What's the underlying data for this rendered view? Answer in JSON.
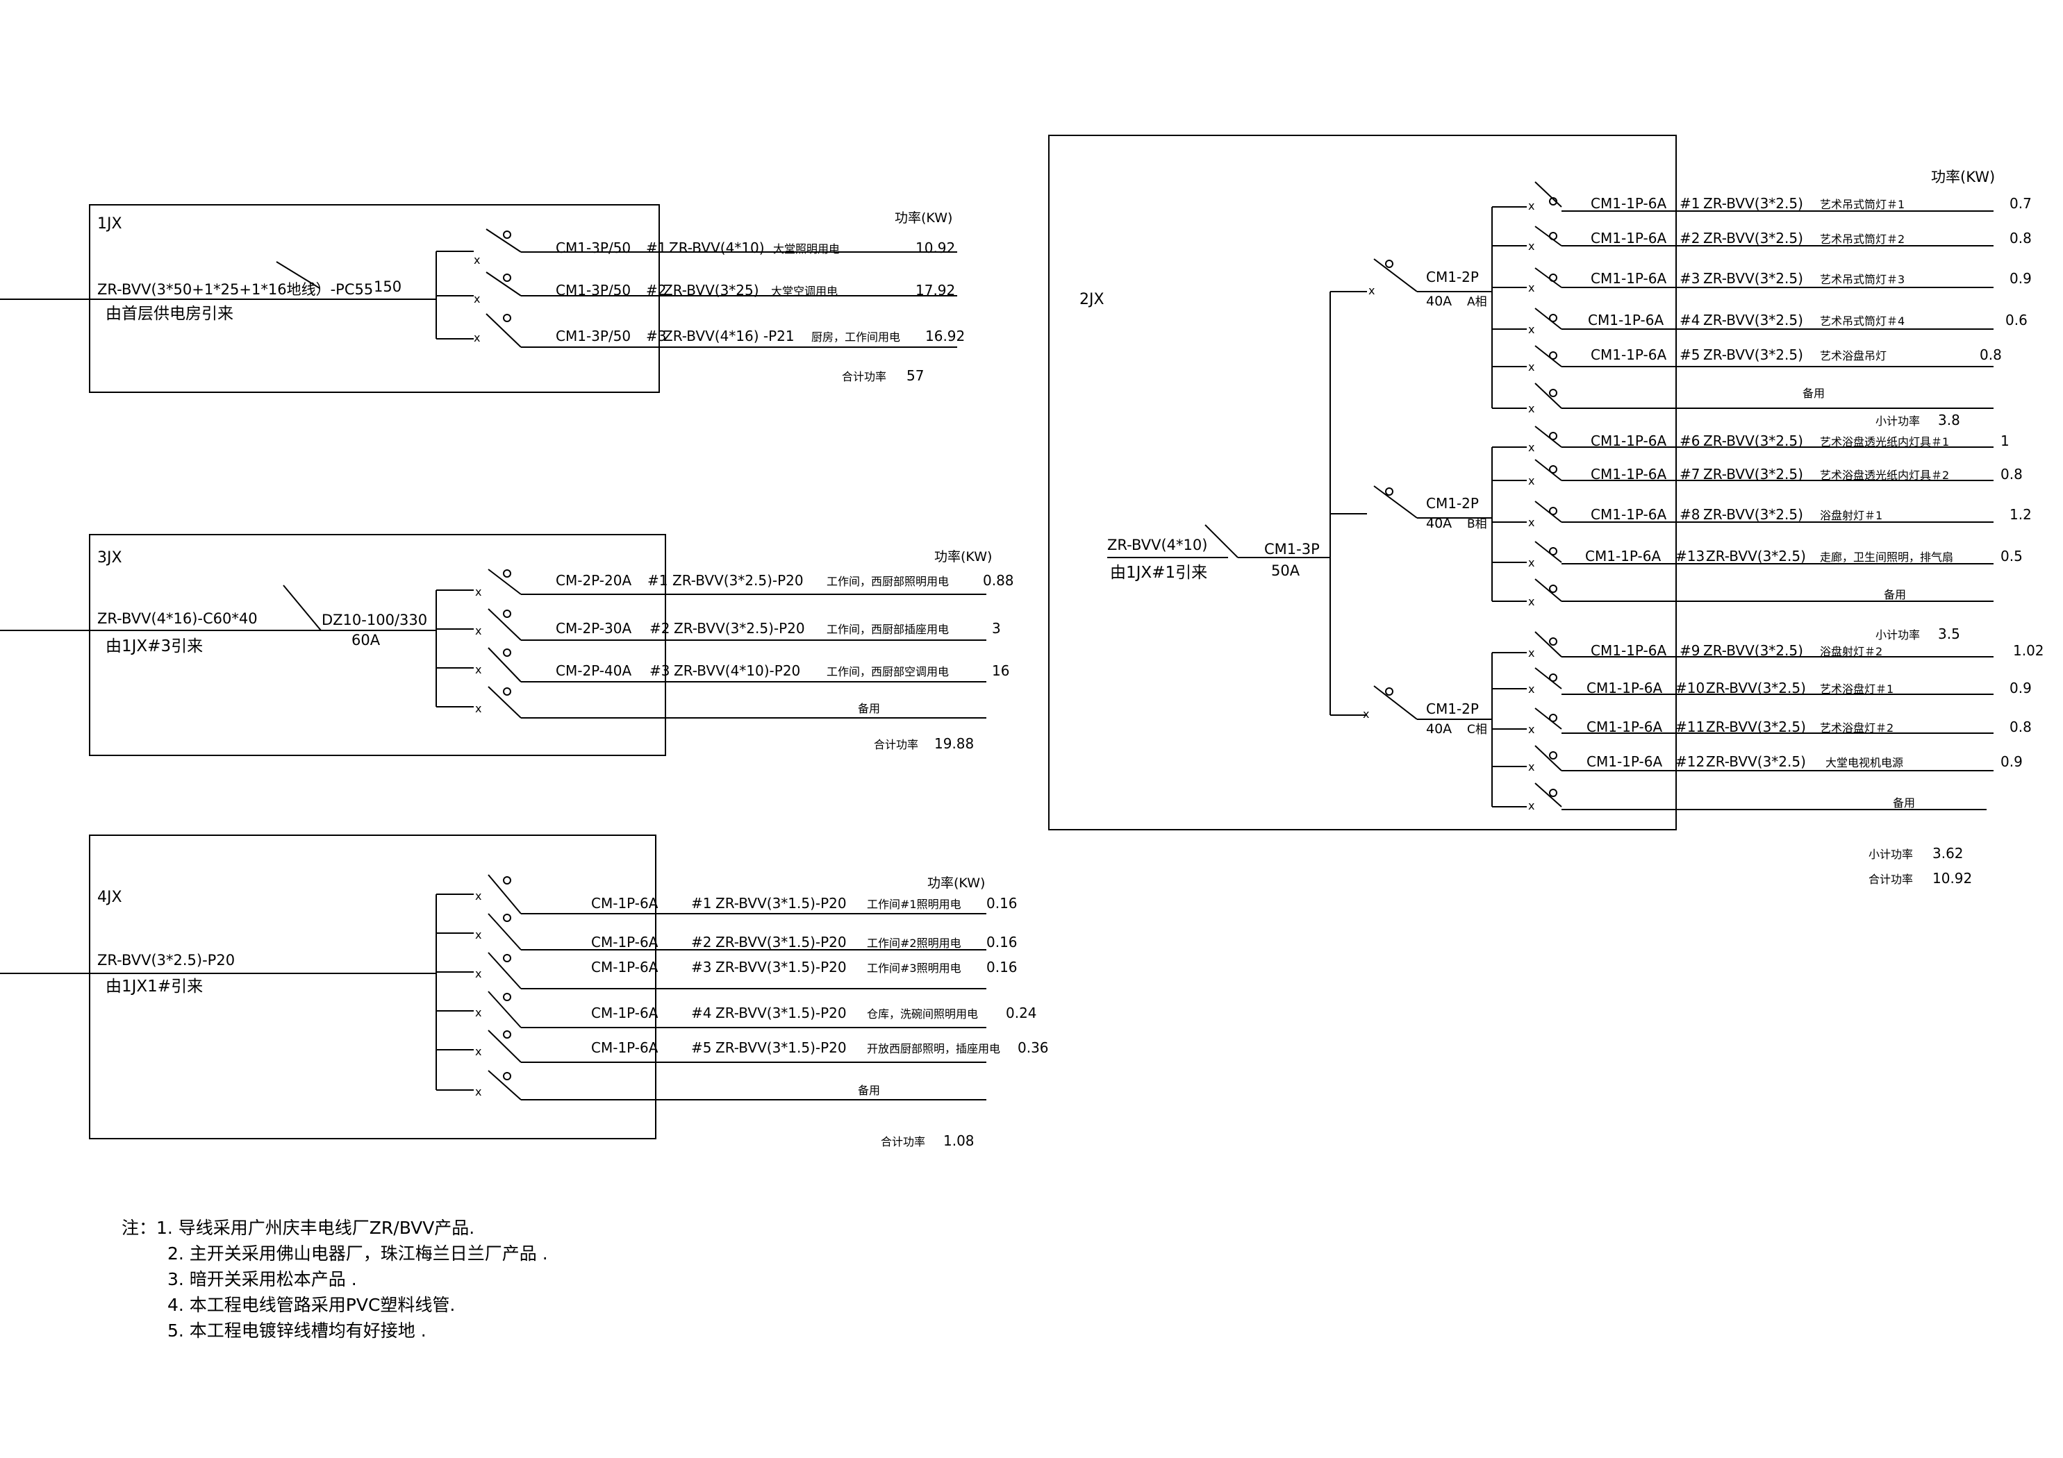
{
  "common": {
    "spare": "备用",
    "kw_header": "功率(KW)"
  },
  "jx1": {
    "name": "1JX",
    "incoming_cable": "ZR-BVV(3*50+1*25+1*16地线）-PC55",
    "breaker_rating": "150",
    "source": "由首层供电房引来",
    "header": "功率(KW)",
    "circuits": [
      {
        "breaker": "CM1-3P/50",
        "no": "#1",
        "cable": "ZR-BVV(4*10)",
        "use": "大堂照明用电",
        "kw": "10.92"
      },
      {
        "breaker": "CM1-3P/50",
        "no": "#2",
        "cable": "ZR-BVV(3*25)",
        "use": "大堂空调用电",
        "kw": "17.92"
      },
      {
        "breaker": "CM1-3P/50",
        "no": "#3",
        "cable": "ZR-BVV(4*16) -P21",
        "use": "厨房，工作间用电",
        "kw": "16.92"
      }
    ],
    "total_label": "合计功率",
    "total": "57"
  },
  "jx3": {
    "name": "3JX",
    "incoming_cable": "ZR-BVV(4*16)-C60*40",
    "source": "由1JX#3引来",
    "main_breaker": "DZ10-100/330",
    "main_rating": "60A",
    "header": "功率(KW)",
    "circuits": [
      {
        "breaker": "CM-2P-20A",
        "no": "#1",
        "cable": "ZR-BVV(3*2.5)-P20",
        "use": "工作间，西厨部照明用电",
        "kw": "0.88"
      },
      {
        "breaker": "CM-2P-30A",
        "no": "#2",
        "cable": "ZR-BVV(3*2.5)-P20",
        "use": "工作间，西厨部插座用电",
        "kw": "3"
      },
      {
        "breaker": "CM-2P-40A",
        "no": "#3",
        "cable": "ZR-BVV(4*10)-P20",
        "use": "工作间，西厨部空调用电",
        "kw": "16"
      }
    ],
    "total_label": "合计功率",
    "total": "19.88"
  },
  "jx4": {
    "name": "4JX",
    "incoming_cable": "ZR-BVV(3*2.5)-P20",
    "source": "由1JX1#引来",
    "header": "功率(KW)",
    "circuits": [
      {
        "breaker": "CM-1P-6A",
        "no": "#1",
        "cable": "ZR-BVV(3*1.5)-P20",
        "use": "工作间#1照明用电",
        "kw": "0.16"
      },
      {
        "breaker": "CM-1P-6A",
        "no": "#2",
        "cable": "ZR-BVV(3*1.5)-P20",
        "use": "工作间#2照明用电",
        "kw": "0.16"
      },
      {
        "breaker": "CM-1P-6A",
        "no": "#3",
        "cable": "ZR-BVV(3*1.5)-P20",
        "use": "工作间#3照明用电",
        "kw": "0.16"
      },
      {
        "breaker": "CM-1P-6A",
        "no": "#4",
        "cable": "ZR-BVV(3*1.5)-P20",
        "use": "仓库，洗碗间照明用电",
        "kw": "0.24"
      },
      {
        "breaker": "CM-1P-6A",
        "no": "#5",
        "cable": "ZR-BVV(3*1.5)-P20",
        "use": "开放西厨部照明，插座用电",
        "kw": "0.36"
      }
    ],
    "total_label": "合计功率",
    "total": "1.08"
  },
  "jx2": {
    "name": "2JX",
    "incoming_cable": "ZR-BVV(4*10)",
    "source": "由1JX#1引来",
    "main_breaker": "CM1-3P",
    "main_rating": "50A",
    "header": "功率(KW)",
    "groups": [
      {
        "breaker": "CM1-2P",
        "rating": "40A",
        "phase": "A相",
        "circuits": [
          {
            "breaker": "CM1-1P-6A",
            "no": "#1",
            "cable": "ZR-BVV(3*2.5)",
            "use": "艺术吊式筒灯＃1",
            "kw": "0.7"
          },
          {
            "breaker": "CM1-1P-6A",
            "no": "#2",
            "cable": "ZR-BVV(3*2.5)",
            "use": "艺术吊式筒灯＃2",
            "kw": "0.8"
          },
          {
            "breaker": "CM1-1P-6A",
            "no": "#3",
            "cable": "ZR-BVV(3*2.5)",
            "use": "艺术吊式筒灯＃3",
            "kw": "0.9"
          },
          {
            "breaker": "CM1-1P-6A",
            "no": "#4",
            "cable": "ZR-BVV(3*2.5)",
            "use": "艺术吊式筒灯＃4",
            "kw": "0.6"
          },
          {
            "breaker": "CM1-1P-6A",
            "no": "#5",
            "cable": "ZR-BVV(3*2.5)",
            "use": "艺术浴盘吊灯",
            "kw": "0.8"
          }
        ],
        "subtotal_label": "小计功率",
        "subtotal": "3.8"
      },
      {
        "breaker": "CM1-2P",
        "rating": "40A",
        "phase": "B相",
        "circuits": [
          {
            "breaker": "CM1-1P-6A",
            "no": "#6",
            "cable": "ZR-BVV(3*2.5)",
            "use": "艺术浴盘透光纸内灯具＃1",
            "kw": "1"
          },
          {
            "breaker": "CM1-1P-6A",
            "no": "#7",
            "cable": "ZR-BVV(3*2.5)",
            "use": "艺术浴盘透光纸内灯具＃2",
            "kw": "0.8"
          },
          {
            "breaker": "CM1-1P-6A",
            "no": "#8",
            "cable": "ZR-BVV(3*2.5)",
            "use": "浴盘射灯＃1",
            "kw": "1.2"
          },
          {
            "breaker": "CM1-1P-6A",
            "no": "#13",
            "cable": "ZR-BVV(3*2.5)",
            "use": "走廊，卫生间照明，排气扇",
            "kw": "0.5"
          }
        ],
        "subtotal_label": "小计功率",
        "subtotal": "3.5"
      },
      {
        "breaker": "CM1-2P",
        "rating": "40A",
        "phase": "C相",
        "circuits": [
          {
            "breaker": "CM1-1P-6A",
            "no": "#9",
            "cable": "ZR-BVV(3*2.5)",
            "use": "浴盘射灯＃2",
            "kw": "1.02"
          },
          {
            "breaker": "CM1-1P-6A",
            "no": "#10",
            "cable": "ZR-BVV(3*2.5)",
            "use": "艺术浴盘灯＃1",
            "kw": "0.9"
          },
          {
            "breaker": "CM1-1P-6A",
            "no": "#11",
            "cable": "ZR-BVV(3*2.5)",
            "use": "艺术浴盘灯＃2",
            "kw": "0.8"
          },
          {
            "breaker": "CM1-1P-6A",
            "no": "#12",
            "cable": "ZR-BVV(3*2.5)",
            "use": "大堂电视机电源",
            "kw": "0.9"
          }
        ],
        "subtotal_label": "小计功率",
        "subtotal": "3.62"
      }
    ],
    "total_label": "合计功率",
    "total": "10.92"
  },
  "notes": [
    "注：1. 导线采用广州庆丰电线厂ZR/BVV产品.",
    "2. 主开关采用佛山电器厂，珠江梅兰日兰厂产品 .",
    "3. 暗开关采用松本产品 .",
    "4. 本工程电线管路采用PVC塑料线管.",
    "5. 本工程电镀锌线槽均有好接地 ."
  ]
}
